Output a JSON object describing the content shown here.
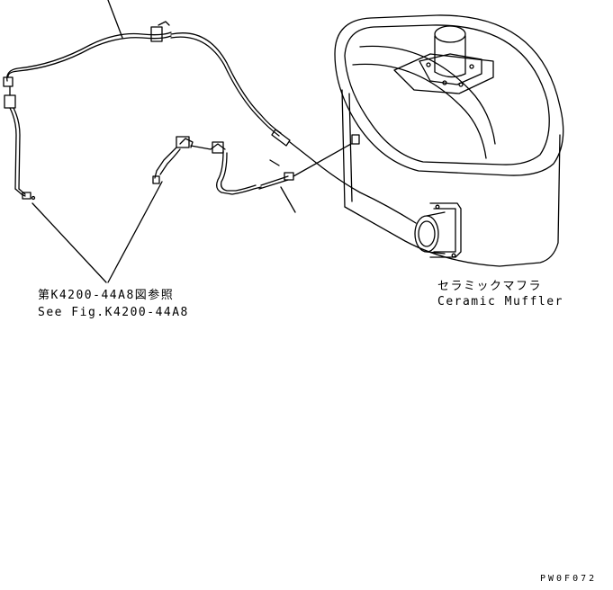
{
  "callouts": {
    "reference_jp": "第K4200-44A8図参照",
    "reference_en": "See Fig.K4200-44A8",
    "muffler_jp": "セラミックマフラ",
    "muffler_en": "Ceramic Muffler"
  },
  "drawing_code": "PW0F072",
  "colors": {
    "line": "#000000",
    "background": "#ffffff"
  }
}
